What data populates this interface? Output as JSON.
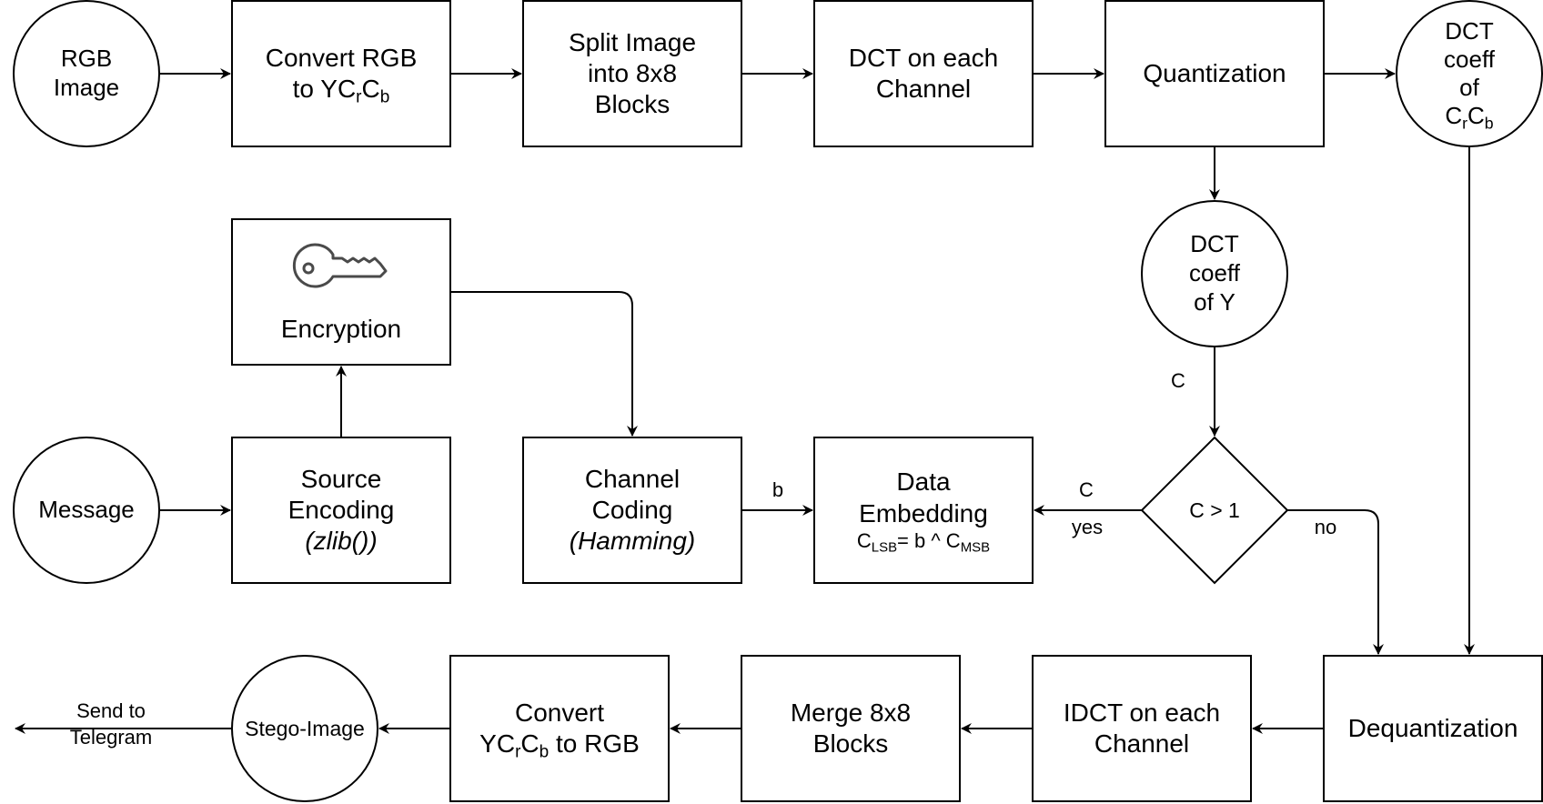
{
  "nodes": {
    "rgb_image": [
      "RGB",
      "Image"
    ],
    "convert_rgb": {
      "line1": "Convert RGB",
      "line2_pre": "to YC",
      "sub1": "r",
      "mid": "C",
      "sub2": "b"
    },
    "split_image": [
      "Split Image",
      "into 8x8",
      "Blocks"
    ],
    "dct_each": [
      "DCT on each",
      "Channel"
    ],
    "quantization": "Quantization",
    "dct_crcb": {
      "line1": "DCT",
      "line2": "coeff",
      "line3": "of",
      "line4_pre": "C",
      "sub1": "r",
      "mid": "C",
      "sub2": "b"
    },
    "dct_y": [
      "DCT",
      "coeff",
      "of Y"
    ],
    "encryption": "Encryption",
    "message": "Message",
    "source_encoding": {
      "line1": "Source",
      "line2": "Encoding",
      "line3": "(zlib())"
    },
    "channel_coding": {
      "line1": "Channel",
      "line2": "Coding",
      "line3": "(Hamming)"
    },
    "data_embedding": {
      "line1": "Data",
      "line2": "Embedding",
      "f_c1": "C",
      "f_sub1": "LSB",
      "f_mid": "= b ^ C",
      "f_sub2": "MSB"
    },
    "decision": "C > 1",
    "dequantization": "Dequantization",
    "idct_each": [
      "IDCT on each",
      "Channel"
    ],
    "merge_blocks": [
      "Merge 8x8",
      "Blocks"
    ],
    "convert_back": {
      "line1": "Convert",
      "line2_pre": "YC",
      "sub1": "r",
      "mid": "C",
      "sub2": "b",
      "post": " to RGB"
    },
    "stego_image": "Stego-Image"
  },
  "edge_labels": {
    "c_from_dcty": "C",
    "c_to_embedding": "C",
    "yes": "yes",
    "no": "no",
    "b": "b",
    "send_to_telegram": [
      "Send to",
      "Telegram"
    ]
  },
  "icons": {
    "encryption": "key-icon"
  }
}
